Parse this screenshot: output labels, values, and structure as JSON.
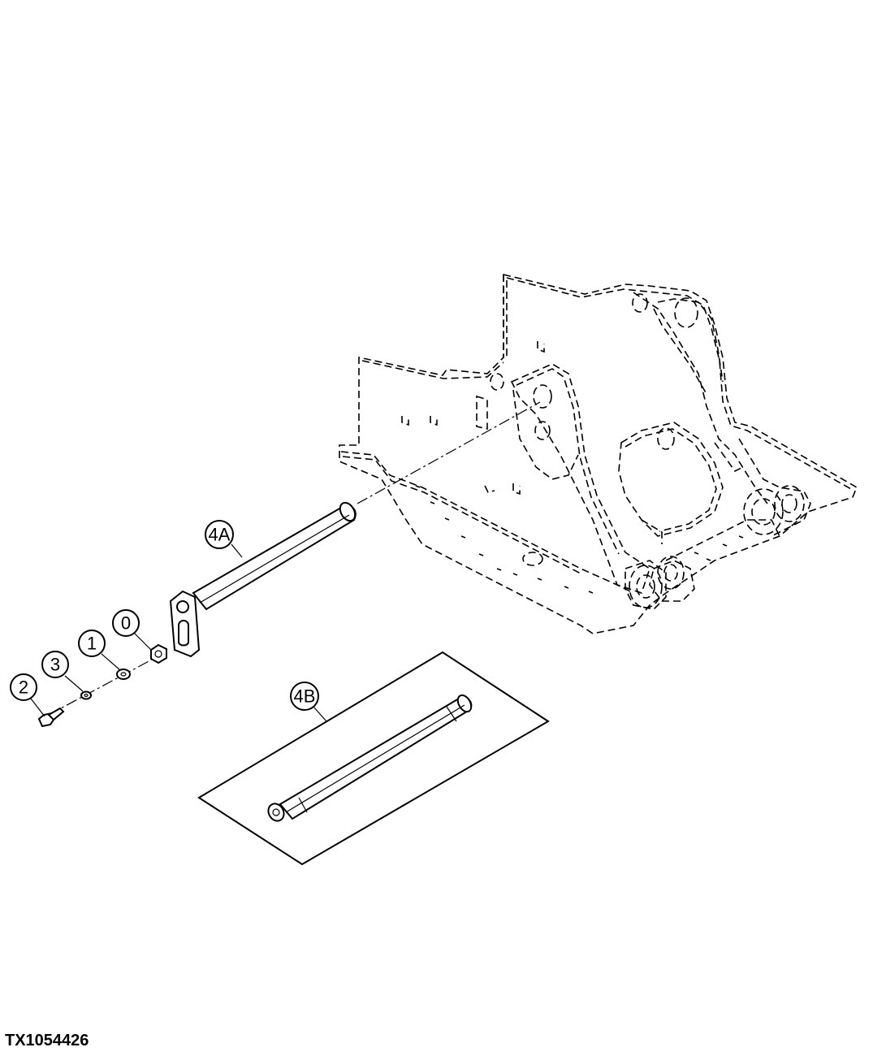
{
  "callouts": [
    {
      "id": "4A",
      "label": "4A"
    },
    {
      "id": "0",
      "label": "0"
    },
    {
      "id": "1",
      "label": "1"
    },
    {
      "id": "3",
      "label": "3"
    },
    {
      "id": "2",
      "label": "2"
    },
    {
      "id": "4B",
      "label": "4B"
    }
  ],
  "figure_id": "TX1054426"
}
